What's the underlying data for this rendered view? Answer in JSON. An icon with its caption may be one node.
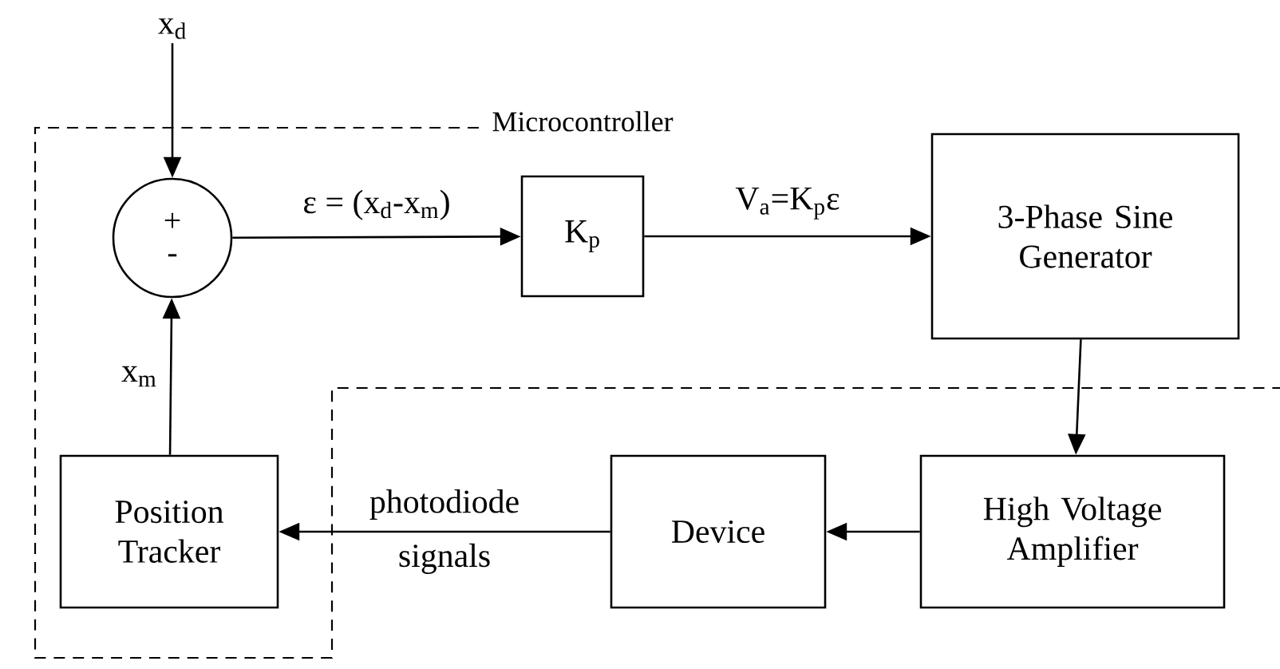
{
  "diagram": {
    "nodes": [
      {
        "text": [
          "+",
          "-"
        ]
      },
      {
        "text": [
          "x$_{d}$"
        ]
      },
      {
        "text": [
          "K$_{p}$"
        ]
      },
      {
        "text": [
          "3-Phase Sine Generator"
        ]
      },
      {
        "text": [
          "High Voltage Amplifier"
        ]
      },
      {
        "text": [
          "Device"
        ]
      },
      {
        "text": [
          "Position Tracker"
        ]
      }
    ],
    "edges": [
      {
        "from": 1,
        "to": 0,
        "arrow": "to"
      },
      {
        "from": 0,
        "to": 2,
        "arrow": "to",
        "label": "ε = (x$_{d}$-x$_{m}$)"
      },
      {
        "from": 2,
        "to": 3,
        "arrow": "to",
        "label": "V$_{a}$=K$_{p}$ε"
      },
      {
        "from": 3,
        "to": 4,
        "arrow": "to"
      },
      {
        "from": 4,
        "to": 5,
        "arrow": "to"
      },
      {
        "from": 5,
        "to": 6,
        "arrow": "to",
        "label": "photodiode signals"
      },
      {
        "from": 6,
        "to": 0,
        "arrow": "to",
        "label": "x$_{m}$"
      }
    ],
    "labels": [
      "Microcontroller"
    ]
  }
}
